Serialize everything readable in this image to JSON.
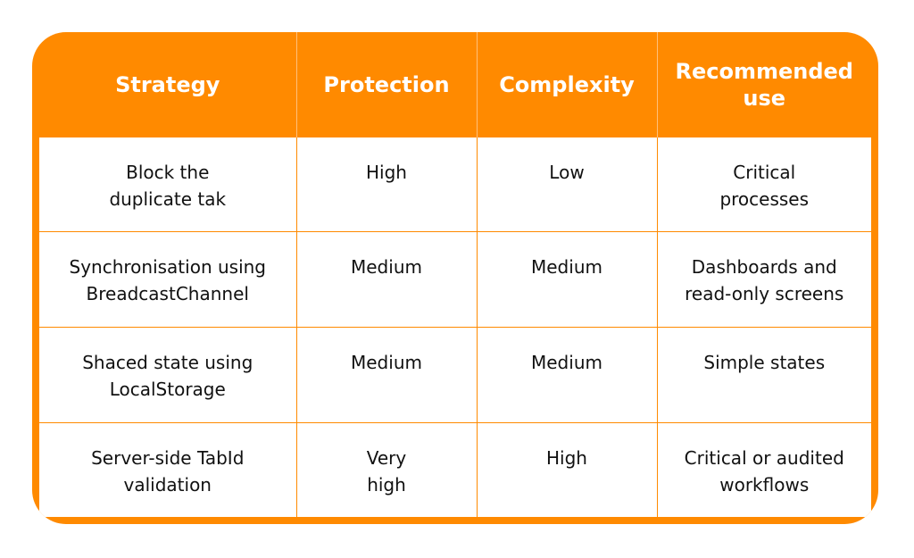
{
  "colors": {
    "accent": "#ff8a00",
    "header_text": "#ffffff",
    "body_text": "#111111"
  },
  "table": {
    "headers": [
      "Strategy",
      "Protection",
      "Complexity",
      "Recommended use"
    ],
    "rows": [
      [
        "Block the duplicate tak",
        "High",
        "Low",
        "Critical processes"
      ],
      [
        "Synchronisation using BreadcastChannel",
        "Medium",
        "Medium",
        "Dashboards and read-only screens"
      ],
      [
        "Shaced state using LocalStorage",
        "Medium",
        "Medium",
        "Simple states"
      ],
      [
        "Server-side TabId validation",
        "Very high",
        "High",
        "Critical or audited workflows"
      ]
    ]
  }
}
